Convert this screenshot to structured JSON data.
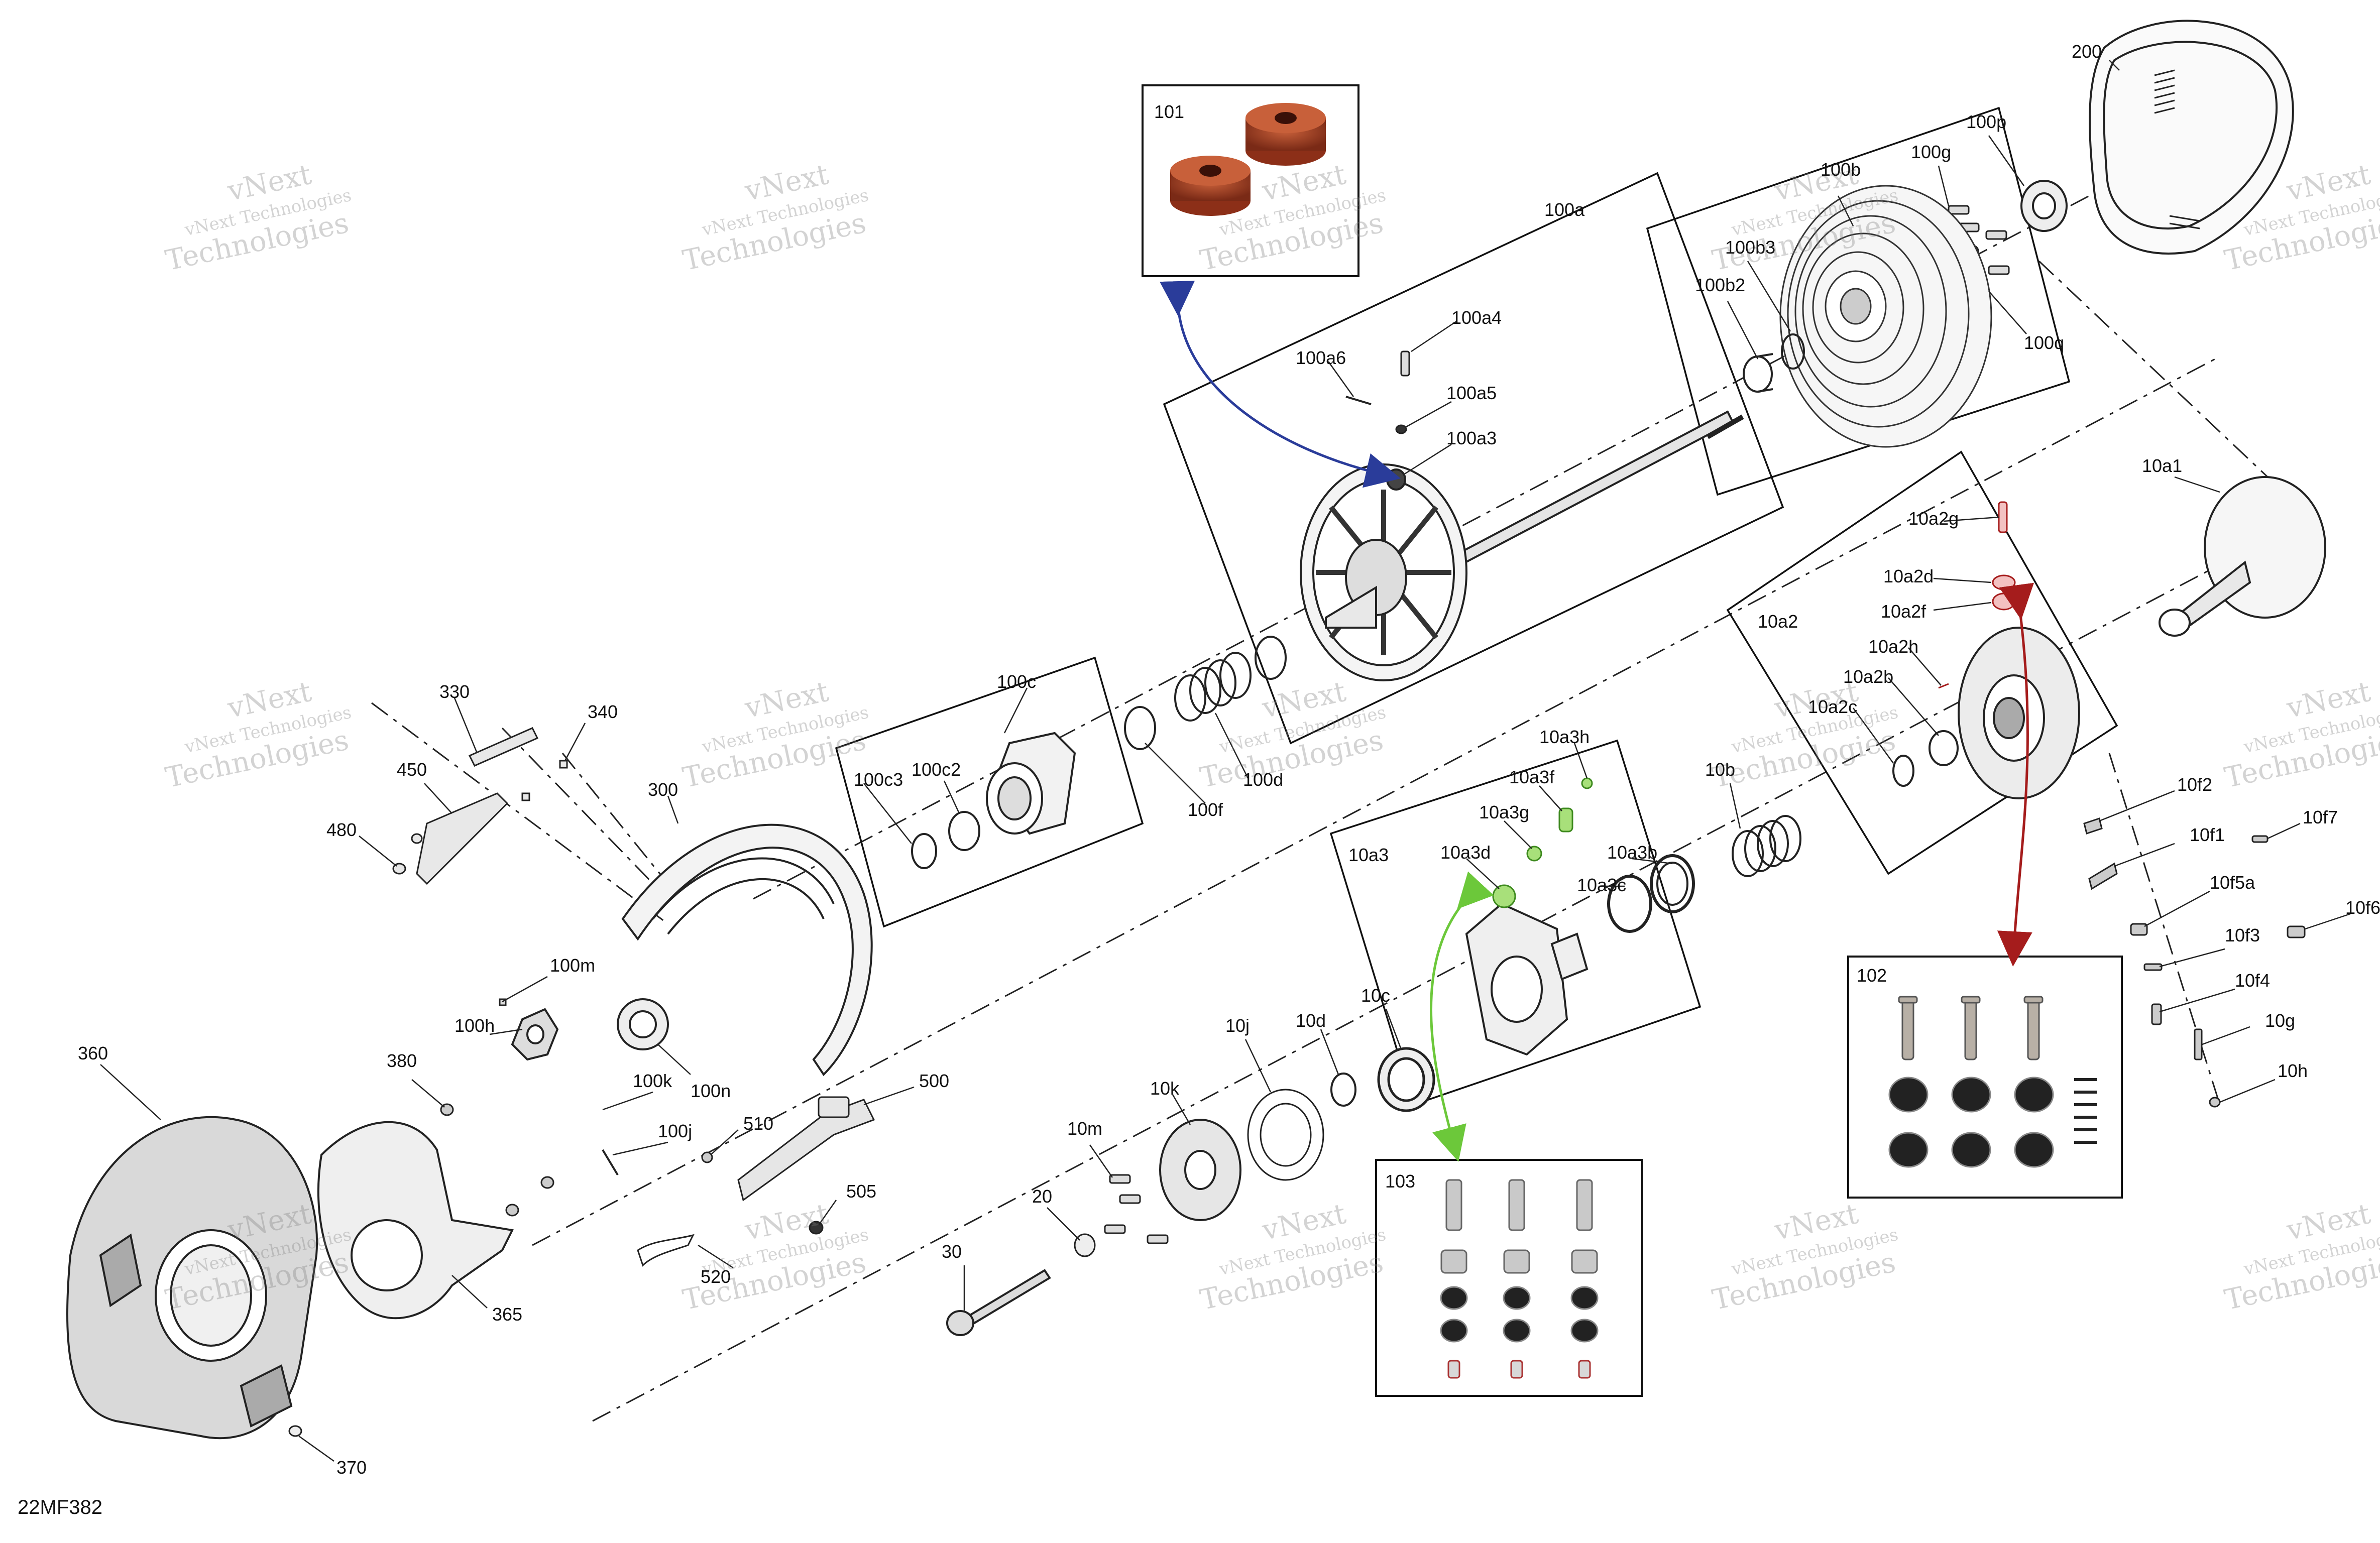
{
  "diagram": {
    "code": "22MF382",
    "watermark": {
      "line1": "vNext",
      "line2": "vNext Technologies",
      "line3": "Technologies"
    },
    "callout_boxes": [
      {
        "id": "101",
        "label": "101"
      },
      {
        "id": "102",
        "label": "102"
      },
      {
        "id": "103",
        "label": "103"
      }
    ],
    "colors": {
      "blue_arrow": "#2a3c9a",
      "green_arrow": "#6cc83a",
      "red_arrow": "#a51c1c",
      "rubber_red": "#b24a2a"
    },
    "labels": [
      {
        "id": "200",
        "text": "200"
      },
      {
        "id": "100p",
        "text": "100p"
      },
      {
        "id": "100g",
        "text": "100g"
      },
      {
        "id": "100q",
        "text": "100q"
      },
      {
        "id": "100b",
        "text": "100b"
      },
      {
        "id": "100b3",
        "text": "100b3"
      },
      {
        "id": "100b2",
        "text": "100b2"
      },
      {
        "id": "100a",
        "text": "100a"
      },
      {
        "id": "100a4",
        "text": "100a4"
      },
      {
        "id": "100a6",
        "text": "100a6"
      },
      {
        "id": "100a5",
        "text": "100a5"
      },
      {
        "id": "100a3",
        "text": "100a3"
      },
      {
        "id": "10a1",
        "text": "10a1"
      },
      {
        "id": "10a2g",
        "text": "10a2g"
      },
      {
        "id": "10a2d",
        "text": "10a2d"
      },
      {
        "id": "10a2f",
        "text": "10a2f"
      },
      {
        "id": "10a2",
        "text": "10a2"
      },
      {
        "id": "10a2h",
        "text": "10a2h"
      },
      {
        "id": "10a2b",
        "text": "10a2b"
      },
      {
        "id": "10a2c",
        "text": "10a2c"
      },
      {
        "id": "100c",
        "text": "100c"
      },
      {
        "id": "100c3",
        "text": "100c3"
      },
      {
        "id": "100c2",
        "text": "100c2"
      },
      {
        "id": "100f",
        "text": "100f"
      },
      {
        "id": "100d",
        "text": "100d"
      },
      {
        "id": "10a3h",
        "text": "10a3h"
      },
      {
        "id": "10a3f",
        "text": "10a3f"
      },
      {
        "id": "10a3g",
        "text": "10a3g"
      },
      {
        "id": "10a3d",
        "text": "10a3d"
      },
      {
        "id": "10a3b",
        "text": "10a3b"
      },
      {
        "id": "10a3c",
        "text": "10a3c"
      },
      {
        "id": "10a3",
        "text": "10a3"
      },
      {
        "id": "10b",
        "text": "10b"
      },
      {
        "id": "10f2",
        "text": "10f2"
      },
      {
        "id": "10f1",
        "text": "10f1"
      },
      {
        "id": "10f7",
        "text": "10f7"
      },
      {
        "id": "10f5a",
        "text": "10f5a"
      },
      {
        "id": "10f6",
        "text": "10f6"
      },
      {
        "id": "10f3",
        "text": "10f3"
      },
      {
        "id": "10f4",
        "text": "10f4"
      },
      {
        "id": "10g",
        "text": "10g"
      },
      {
        "id": "10h",
        "text": "10h"
      },
      {
        "id": "330",
        "text": "330"
      },
      {
        "id": "340",
        "text": "340"
      },
      {
        "id": "450",
        "text": "450"
      },
      {
        "id": "480",
        "text": "480"
      },
      {
        "id": "300",
        "text": "300"
      },
      {
        "id": "100m",
        "text": "100m"
      },
      {
        "id": "100h",
        "text": "100h"
      },
      {
        "id": "100k",
        "text": "100k"
      },
      {
        "id": "100n",
        "text": "100n"
      },
      {
        "id": "100j",
        "text": "100j"
      },
      {
        "id": "360",
        "text": "360"
      },
      {
        "id": "380",
        "text": "380"
      },
      {
        "id": "365",
        "text": "365"
      },
      {
        "id": "370",
        "text": "370"
      },
      {
        "id": "510",
        "text": "510"
      },
      {
        "id": "500",
        "text": "500"
      },
      {
        "id": "505",
        "text": "505"
      },
      {
        "id": "520",
        "text": "520"
      },
      {
        "id": "30",
        "text": "30"
      },
      {
        "id": "20",
        "text": "20"
      },
      {
        "id": "10m",
        "text": "10m"
      },
      {
        "id": "10k",
        "text": "10k"
      },
      {
        "id": "10j",
        "text": "10j"
      },
      {
        "id": "10d",
        "text": "10d"
      },
      {
        "id": "10c",
        "text": "10c"
      }
    ]
  }
}
